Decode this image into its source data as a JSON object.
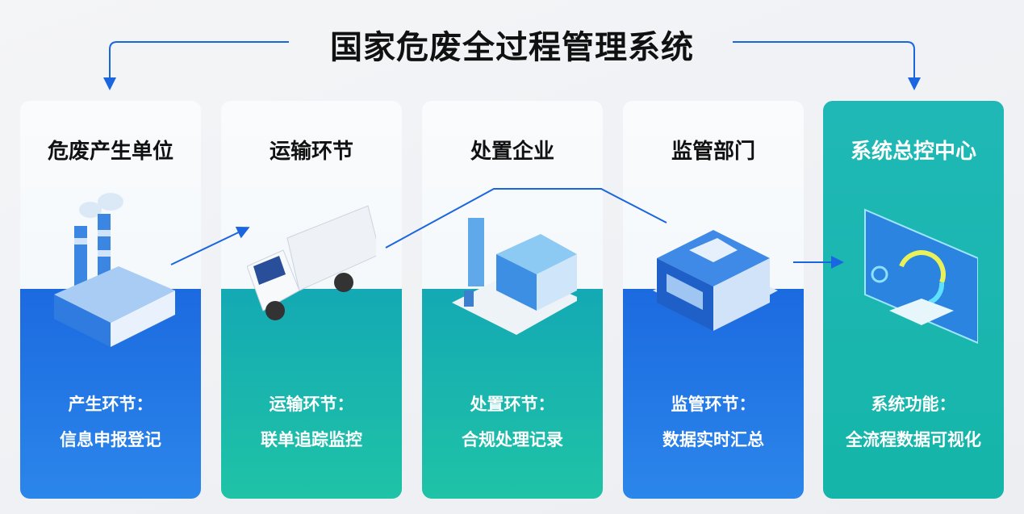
{
  "title": "国家危废全过程管理系统",
  "cards": [
    {
      "title": "危废产生单位",
      "line1": "产生环节：",
      "line2": "信息申报登记",
      "icon": "factory-icon"
    },
    {
      "title": "运输环节",
      "line1": "运输环节：",
      "line2": "联单追踪监控",
      "icon": "truck-icon"
    },
    {
      "title": "处置企业",
      "line1": "处置环节：",
      "line2": "合规处理记录",
      "icon": "treatment-plant-icon"
    },
    {
      "title": "监管部门",
      "line1": "监管环节：",
      "line2": "数据实时汇总",
      "icon": "government-building-icon"
    },
    {
      "title": "系统总控中心",
      "line1": "系统功能：",
      "line2": "全流程数据可视化",
      "icon": "dashboard-monitor-icon"
    }
  ],
  "colors": {
    "blue": "#1c6ae0",
    "teal": "#17b5aa",
    "arrow": "#1a66e0"
  }
}
